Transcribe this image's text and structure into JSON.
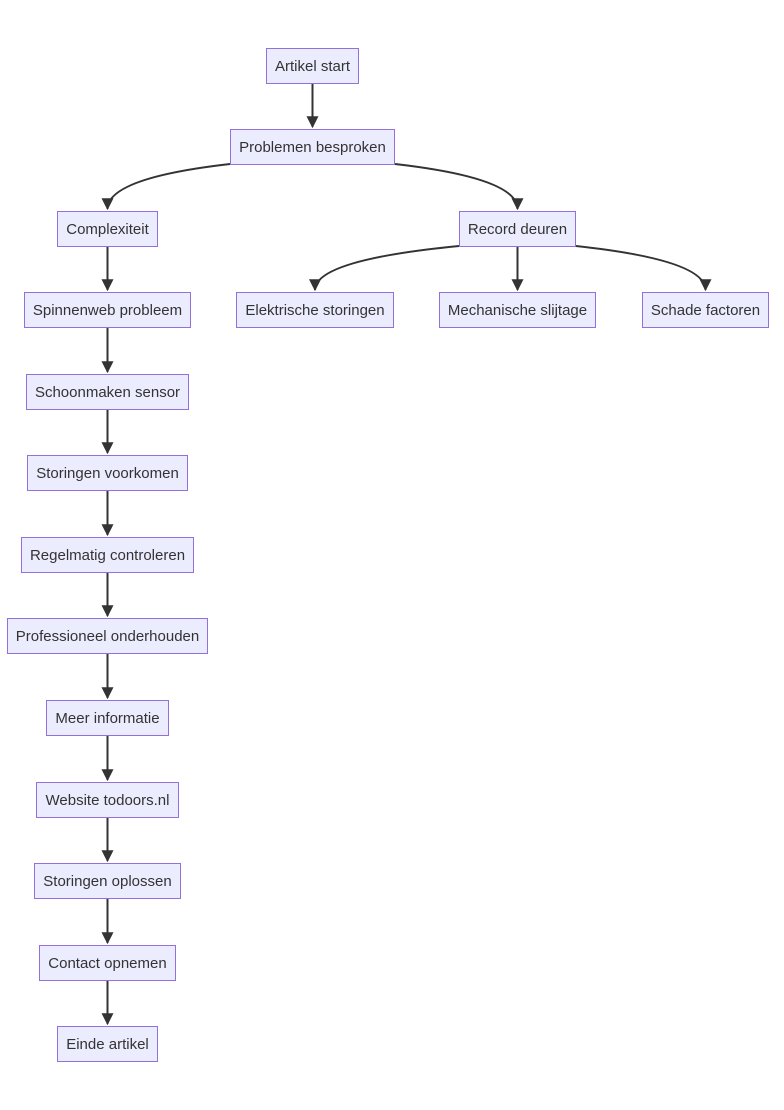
{
  "colors": {
    "node_fill": "#ececff",
    "node_border": "#9370db",
    "edge": "#333333",
    "text": "#333333",
    "background": "#ffffff"
  },
  "nodes": {
    "artikel_start": "Artikel start",
    "problemen_besproken": "Problemen besproken",
    "complexiteit": "Complexiteit",
    "record_deuren": "Record deuren",
    "spinnenweb_probleem": "Spinnenweb probleem",
    "elektrische_storingen": "Elektrische storingen",
    "mechanische_slijtage": "Mechanische slijtage",
    "schade_factoren": "Schade factoren",
    "schoonmaken_sensor": "Schoonmaken sensor",
    "storingen_voorkomen": "Storingen voorkomen",
    "regelmatig_controleren": "Regelmatig controleren",
    "professioneel_onderhouden": "Professioneel onderhouden",
    "meer_informatie": "Meer informatie",
    "website_todoors": "Website todoors.nl",
    "storingen_oplossen": "Storingen oplossen",
    "contact_opnemen": "Contact opnemen",
    "einde_artikel": "Einde artikel"
  },
  "edges": [
    [
      "artikel_start",
      "problemen_besproken"
    ],
    [
      "problemen_besproken",
      "complexiteit"
    ],
    [
      "problemen_besproken",
      "record_deuren"
    ],
    [
      "complexiteit",
      "spinnenweb_probleem"
    ],
    [
      "record_deuren",
      "elektrische_storingen"
    ],
    [
      "record_deuren",
      "mechanische_slijtage"
    ],
    [
      "record_deuren",
      "schade_factoren"
    ],
    [
      "spinnenweb_probleem",
      "schoonmaken_sensor"
    ],
    [
      "schoonmaken_sensor",
      "storingen_voorkomen"
    ],
    [
      "storingen_voorkomen",
      "regelmatig_controleren"
    ],
    [
      "regelmatig_controleren",
      "professioneel_onderhouden"
    ],
    [
      "professioneel_onderhouden",
      "meer_informatie"
    ],
    [
      "meer_informatie",
      "website_todoors"
    ],
    [
      "website_todoors",
      "storingen_oplossen"
    ],
    [
      "storingen_oplossen",
      "contact_opnemen"
    ],
    [
      "contact_opnemen",
      "einde_artikel"
    ]
  ]
}
